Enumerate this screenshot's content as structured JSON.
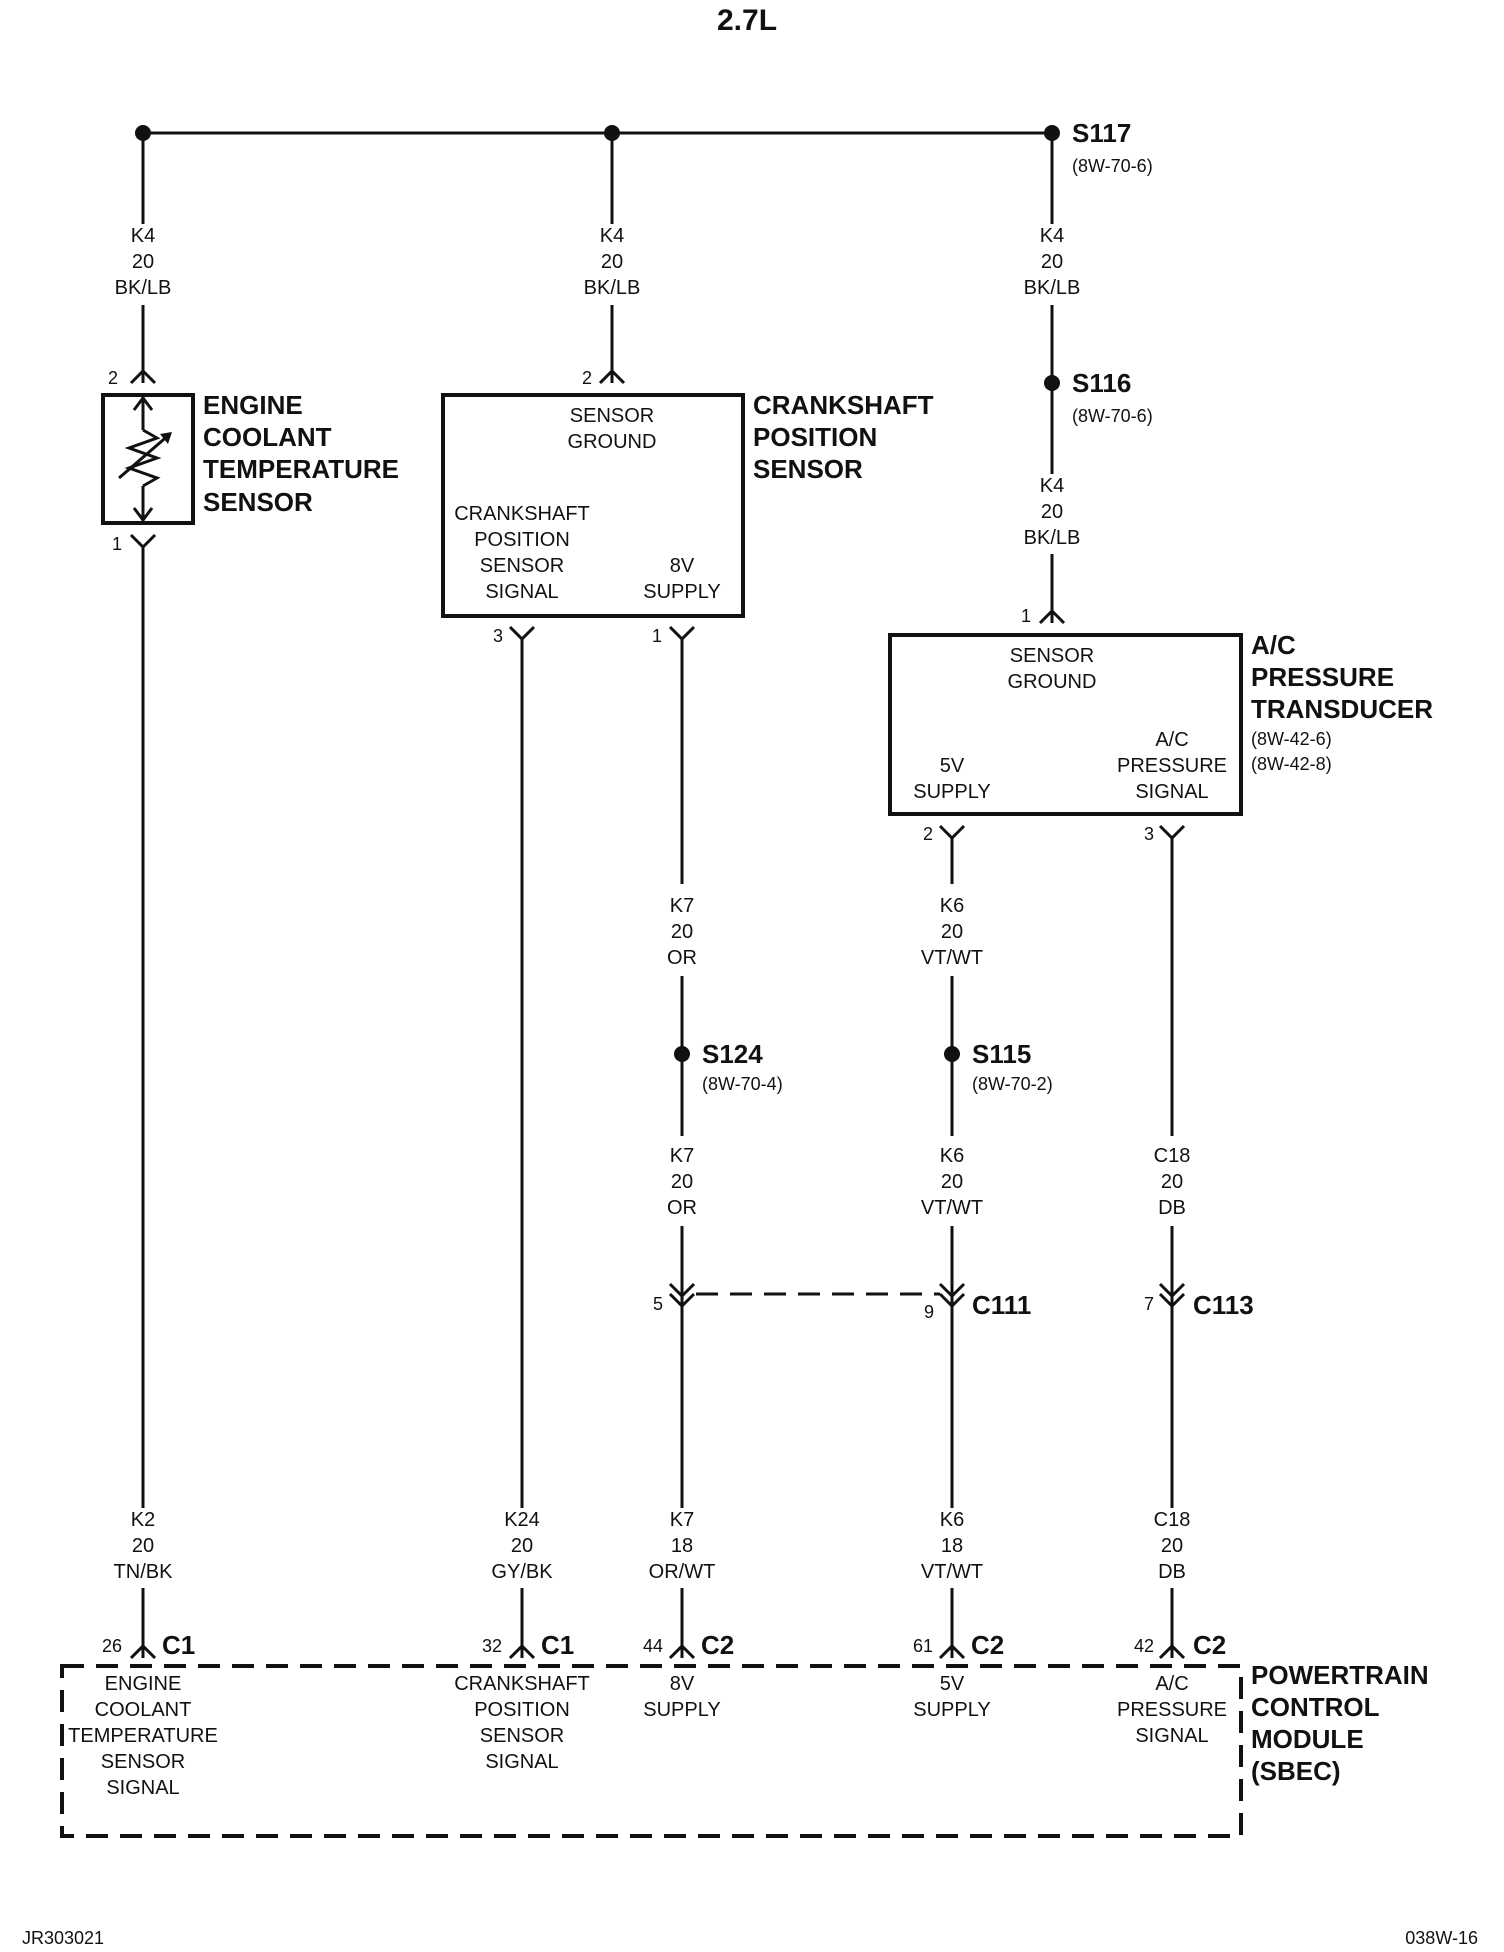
{
  "title": "2.7L",
  "footer": {
    "left": "JR303021",
    "right": "038W-16"
  },
  "splices": {
    "s117": {
      "name": "S117",
      "ref": "(8W-70-6)"
    },
    "s116": {
      "name": "S116",
      "ref": "(8W-70-6)"
    },
    "s124": {
      "name": "S124",
      "ref": "(8W-70-4)"
    },
    "s115": {
      "name": "S115",
      "ref": "(8W-70-2)"
    }
  },
  "wires": {
    "k4_a": [
      "K4",
      "20",
      "BK/LB"
    ],
    "k4_b": [
      "K4",
      "20",
      "BK/LB"
    ],
    "k4_c": [
      "K4",
      "20",
      "BK/LB"
    ],
    "k4_d": [
      "K4",
      "20",
      "BK/LB"
    ],
    "k7_a": [
      "K7",
      "20",
      "OR"
    ],
    "k7_b": [
      "K7",
      "20",
      "OR"
    ],
    "k7_c": [
      "K7",
      "18",
      "OR/WT"
    ],
    "k6_a": [
      "K6",
      "20",
      "VT/WT"
    ],
    "k6_b": [
      "K6",
      "20",
      "VT/WT"
    ],
    "k6_c": [
      "K6",
      "18",
      "VT/WT"
    ],
    "c18_a": [
      "C18",
      "20",
      "DB"
    ],
    "c18_b": [
      "C18",
      "20",
      "DB"
    ],
    "k2": [
      "K2",
      "20",
      "TN/BK"
    ],
    "k24": [
      "K24",
      "20",
      "GY/BK"
    ]
  },
  "components": {
    "ect": {
      "name": [
        "ENGINE",
        "COOLANT",
        "TEMPERATURE",
        "SENSOR"
      ],
      "pin_top": "2",
      "pin_bottom": "1"
    },
    "ckp": {
      "name": [
        "CRANKSHAFT",
        "POSITION",
        "SENSOR"
      ],
      "ground": [
        "SENSOR",
        "GROUND"
      ],
      "signal": [
        "CRANKSHAFT",
        "POSITION",
        "SENSOR",
        "SIGNAL"
      ],
      "supply": [
        "8V",
        "SUPPLY"
      ],
      "pin_ground": "2",
      "pin_signal": "3",
      "pin_supply": "1"
    },
    "acp": {
      "name": [
        "A/C",
        "PRESSURE",
        "TRANSDUCER"
      ],
      "refs": [
        "(8W-42-6)",
        "(8W-42-8)"
      ],
      "ground": [
        "SENSOR",
        "GROUND"
      ],
      "supply": [
        "5V",
        "SUPPLY"
      ],
      "signal": [
        "A/C",
        "PRESSURE",
        "SIGNAL"
      ],
      "pin_ground": "1",
      "pin_supply": "2",
      "pin_signal": "3"
    },
    "pcm": {
      "name": [
        "POWERTRAIN",
        "CONTROL",
        "MODULE",
        "(SBEC)"
      ],
      "t1": [
        "ENGINE",
        "COOLANT",
        "TEMPERATURE",
        "SENSOR",
        "SIGNAL"
      ],
      "t2": [
        "CRANKSHAFT",
        "POSITION",
        "SENSOR",
        "SIGNAL"
      ],
      "t3": [
        "8V",
        "SUPPLY"
      ],
      "t4": [
        "5V",
        "SUPPLY"
      ],
      "t5": [
        "A/C",
        "PRESSURE",
        "SIGNAL"
      ]
    }
  },
  "connectors": {
    "c111": {
      "name": "C111",
      "pin_a": "5",
      "pin_b": "9"
    },
    "c113": {
      "name": "C113",
      "pin": "7"
    },
    "pcm1": {
      "name": "C1",
      "pin": "26"
    },
    "pcm2": {
      "name": "C1",
      "pin": "32"
    },
    "pcm3": {
      "name": "C2",
      "pin": "44"
    },
    "pcm4": {
      "name": "C2",
      "pin": "61"
    },
    "pcm5": {
      "name": "C2",
      "pin": "42"
    }
  }
}
